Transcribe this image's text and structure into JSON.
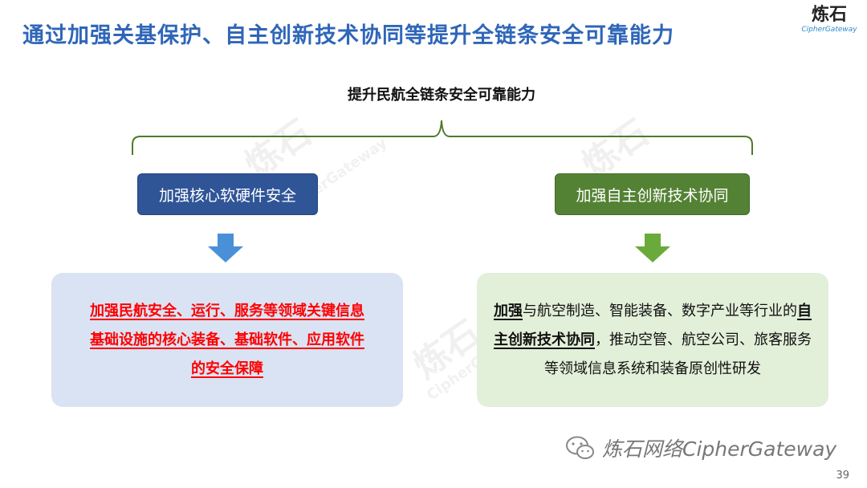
{
  "header": {
    "title": "通过加强关基保护、自主创新技术协同等提升全链条安全可靠能力",
    "logo_text": "炼石",
    "logo_subtext": "CipherGateway"
  },
  "diagram": {
    "root": "提升民航全链条安全可靠能力",
    "left": {
      "label": "加强核心软硬件安全",
      "lines": [
        "加强民航安全、运行、服务等领域关键信息",
        "基础设施的核心装备、基础软件、应用软件",
        "的安全保障"
      ]
    },
    "right": {
      "label": "加强自主创新技术协同",
      "text": {
        "hl1": "加强",
        "part1": "与航空制造、智能装备、数字产业等行业的",
        "hl2": "自主创新技术协同",
        "part2": "，推动空管、航空公司、旅客服务等领域信息系统和装备原创性研发"
      }
    }
  },
  "watermark": {
    "cn": "炼石",
    "en": "CipherGateway"
  },
  "footer": {
    "text": "炼石网络CipherGateway",
    "icon": "wechat-icon"
  },
  "page_number": "39",
  "colors": {
    "title": "#2f66b8",
    "left_pill": "#2f5597",
    "right_pill": "#548235",
    "left_box": "#dae3f3",
    "right_box": "#e2efd9",
    "left_arrow": "#4a90d9",
    "right_arrow": "#6aaa3a",
    "emphasis": "#ff0000"
  }
}
